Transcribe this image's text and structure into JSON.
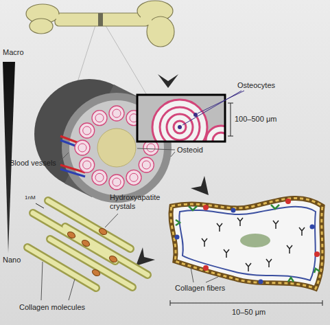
{
  "diagram": {
    "labels": [
      "Macro",
      "Osteocytes",
      "100–500 μm",
      "Blood vessels",
      "Osteoid",
      "Hydroxyapatite crystals",
      "1nM",
      "Collagen molecules",
      "Nano",
      "Collagen fibers",
      "10–50 μm"
    ]
  }
}
